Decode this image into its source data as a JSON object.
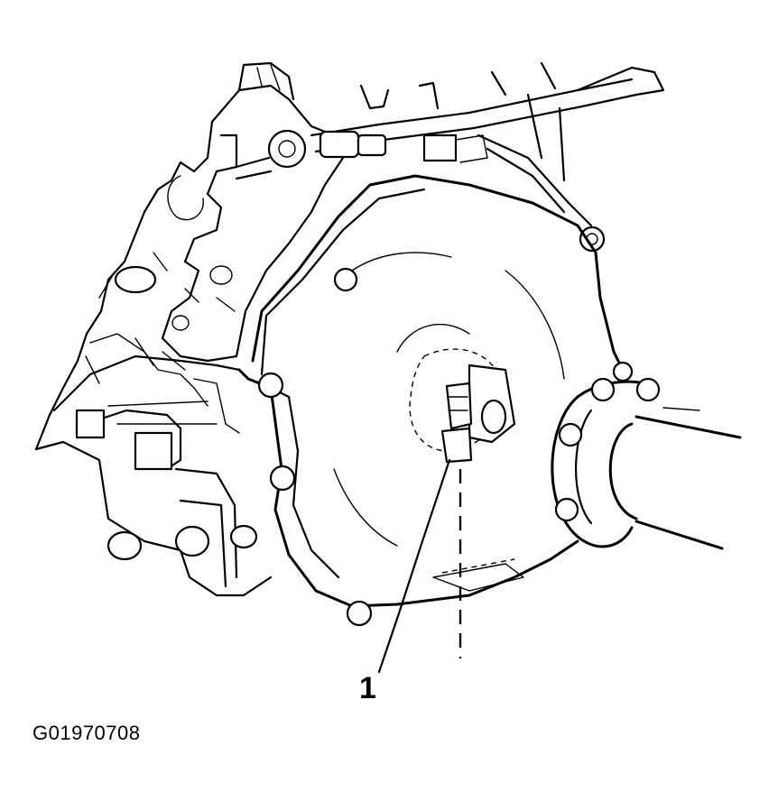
{
  "callout": {
    "number": "1"
  },
  "figure_id": "G01970708",
  "icons": [
    "transmission-bellhousing-illustration",
    "engine-block-illustration",
    "crank-position-sensor-illustration"
  ]
}
